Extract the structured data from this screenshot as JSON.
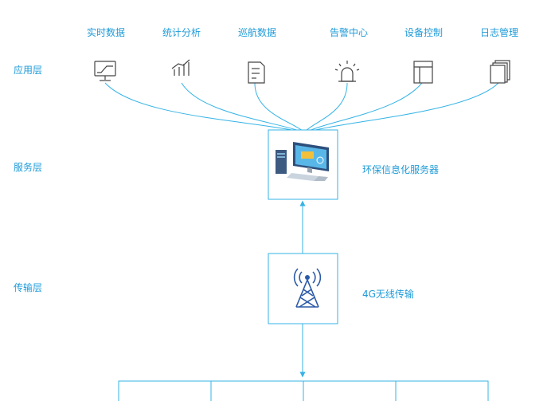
{
  "colors": {
    "accent": "#1f9bd8",
    "line": "#35b3e6",
    "icon": "#444444",
    "tower": "#2b5aa8"
  },
  "layers": {
    "application": "应用层",
    "service": "服务层",
    "transport": "传输层"
  },
  "applications": [
    {
      "label": "实时数据",
      "icon": "monitor-chart-icon"
    },
    {
      "label": "统计分析",
      "icon": "bar-chart-icon"
    },
    {
      "label": "巡航数据",
      "icon": "document-icon"
    },
    {
      "label": "告警中心",
      "icon": "alarm-light-icon"
    },
    {
      "label": "设备控制",
      "icon": "panel-icon"
    },
    {
      "label": "日志管理",
      "icon": "stacked-files-icon"
    }
  ],
  "server": {
    "label": "环保信息化服务器",
    "icon": "computer-server-icon"
  },
  "transport": {
    "badge": "4G",
    "label": "4G无线传输",
    "icon": "signal-tower-icon"
  }
}
